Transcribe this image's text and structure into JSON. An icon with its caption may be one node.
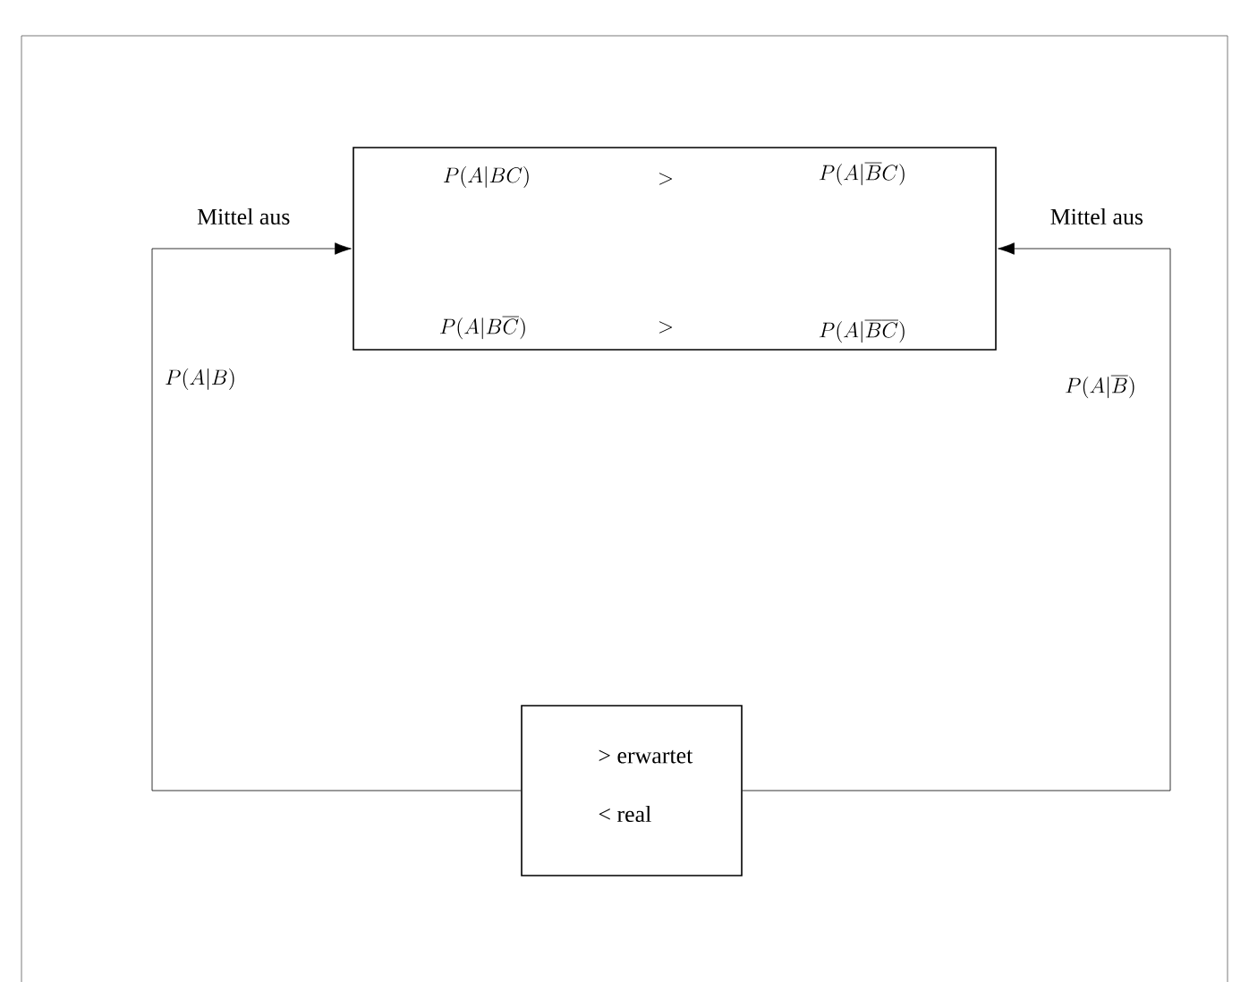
{
  "diagram": {
    "nodes": [
      {
        "text": [
          "P(A|BC)",
          ">",
          "P(A|\\overline{B}C)",
          "P(A|B\\overline{C})",
          ">",
          "P(A|\\overline{B}\\overline{C})"
        ]
      },
      {
        "text": [
          "> erwartet",
          "< real"
        ]
      }
    ],
    "edges": [
      {
        "from": 1,
        "to": 0,
        "arrow": "to",
        "label": "Mittel aus"
      },
      {
        "from": 1,
        "to": 0,
        "arrow": "to",
        "label": "Mittel aus"
      }
    ],
    "labels": [
      "P(A|B)",
      "P(A|\\overline{B})"
    ]
  }
}
